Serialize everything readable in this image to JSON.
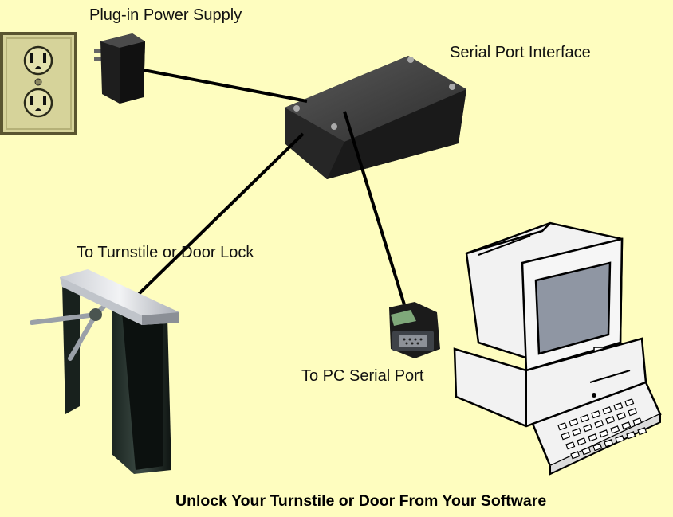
{
  "labels": {
    "power_supply": "Plug-in Power Supply",
    "serial_interface": "Serial Port Interface",
    "turnstile": "To Turnstile or Door Lock",
    "pc_port": "To PC Serial Port"
  },
  "caption": "Unlock Your Turnstile or Door From Your Software",
  "colors": {
    "background": "#fefdbf",
    "outlet_plate": "#d6d39a",
    "device_box": "#333333",
    "wire": "#000000",
    "computer": "#f2f2f2",
    "screen": "#8f96a3"
  }
}
